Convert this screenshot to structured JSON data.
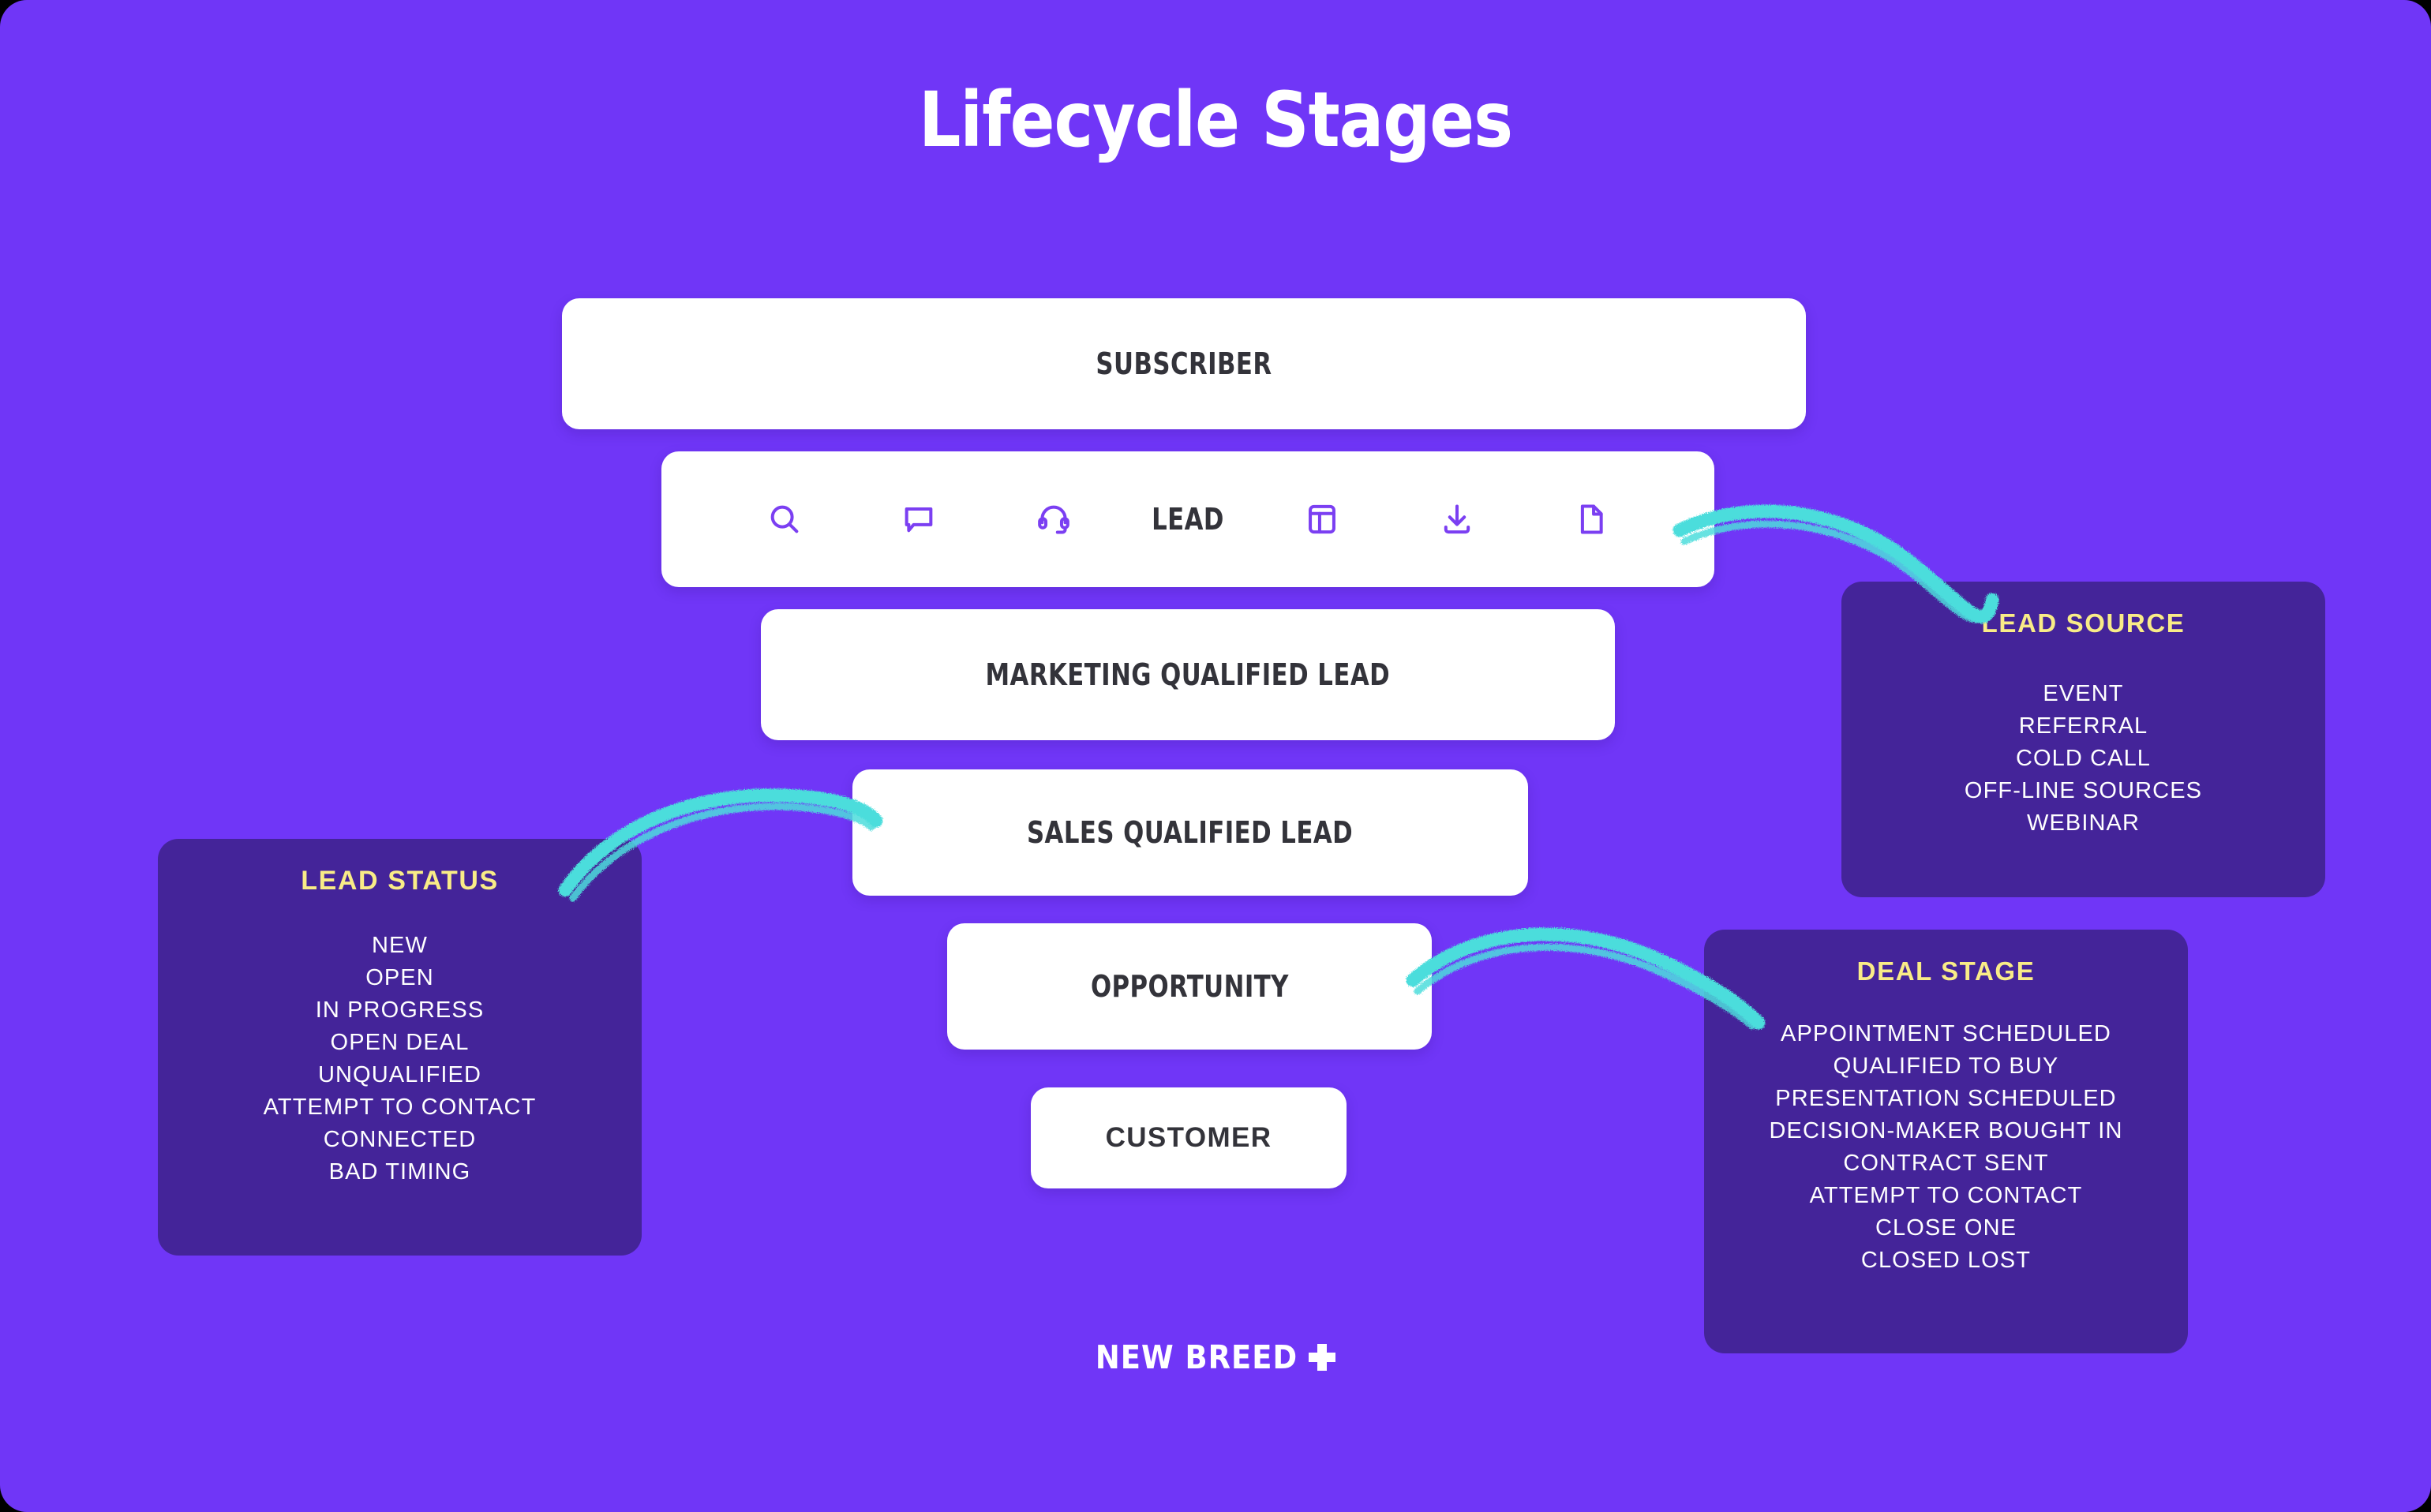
{
  "title": "Lifecycle Stages",
  "colors": {
    "background": "#7036F7",
    "card": "#442499",
    "card_title": "#F9EC87",
    "bar": "#FFFFFF",
    "bar_text": "#33333A",
    "icon": "#7B3FF2",
    "arrow": "#4CDDDC"
  },
  "funnel": {
    "stages": [
      {
        "label": "SUBSCRIBER"
      },
      {
        "label": "LEAD"
      },
      {
        "label": "MARKETING QUALIFIED LEAD"
      },
      {
        "label": "SALES QUALIFIED LEAD"
      },
      {
        "label": "OPPORTUNITY"
      },
      {
        "label": "CUSTOMER"
      }
    ]
  },
  "lead_row": {
    "label": "LEAD",
    "icons_left": [
      "search-icon",
      "chat-bubble-icon",
      "headset-icon"
    ],
    "icons_right": [
      "layout-panel-icon",
      "download-icon",
      "file-icon"
    ]
  },
  "cards": {
    "lead_status": {
      "title": "LEAD STATUS",
      "items": [
        "NEW",
        "OPEN",
        "IN PROGRESS",
        "OPEN DEAL",
        "UNQUALIFIED",
        "ATTEMPT TO CONTACT",
        "CONNECTED",
        "BAD TIMING"
      ]
    },
    "lead_source": {
      "title": "LEAD SOURCE",
      "items": [
        "EVENT",
        "REFERRAL",
        "COLD CALL",
        "OFF-LINE SOURCES",
        "WEBINAR"
      ]
    },
    "deal_stage": {
      "title": "DEAL STAGE",
      "items": [
        "APPOINTMENT SCHEDULED",
        "QUALIFIED TO BUY",
        "PRESENTATION SCHEDULED",
        "DECISION-MAKER BOUGHT IN",
        "CONTRACT SENT",
        "ATTEMPT TO CONTACT",
        "CLOSE ONE",
        "CLOSED LOST"
      ]
    }
  },
  "logo": {
    "text": "NEW BREED",
    "mark": "plus-icon"
  }
}
